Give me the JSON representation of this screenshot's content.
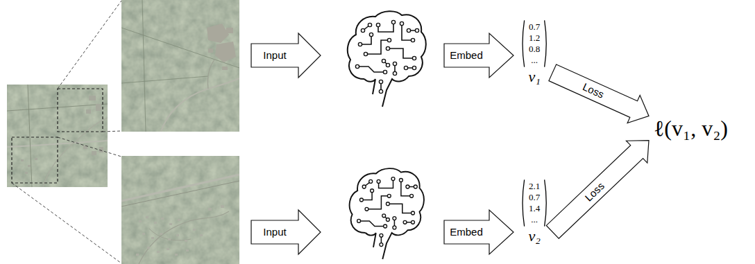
{
  "diagram": {
    "nodes": [
      {
        "text": [
          "0.7",
          "1.2",
          "0.8",
          "...",
          "v₁"
        ]
      },
      {
        "text": [
          "ℓ(v₁, v₂)"
        ]
      },
      {
        "text": [
          "2.1",
          "0.7",
          "1.4",
          "...",
          "v₂"
        ]
      }
    ],
    "edges": [
      {
        "from": 0,
        "to": 1,
        "label": "Loss",
        "arrow": "to"
      },
      {
        "from": 2,
        "to": 1,
        "label": "Loss",
        "arrow": "to"
      }
    ],
    "labels": [
      "Input",
      "Embed",
      "Input",
      "Embed"
    ]
  }
}
